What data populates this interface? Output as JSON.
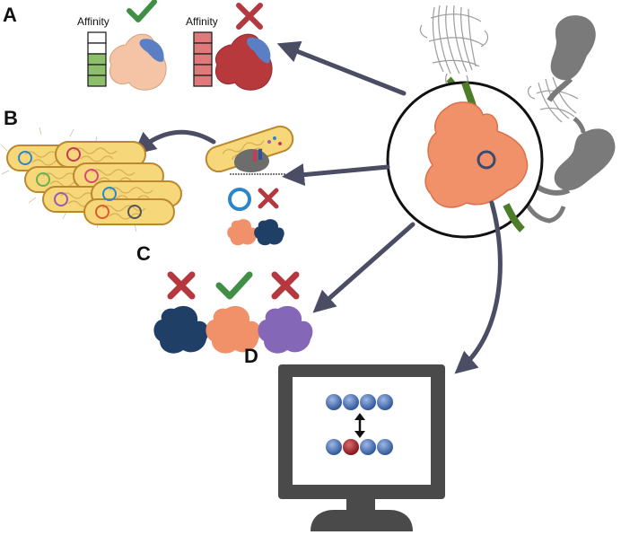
{
  "panels": {
    "a": "A",
    "b": "B",
    "c": "C",
    "d": "D"
  },
  "affinity": {
    "left_label": "Affinity",
    "right_label": "Affinity",
    "left_fill_fraction": 0.6,
    "right_fill_fraction": 1.0
  },
  "colors": {
    "arrow": "#4a4d63",
    "check": "#3f8f45",
    "cross": "#b5383e",
    "ring": "#2c86c9",
    "protein_orange": "#f0916a",
    "protein_peach": "#f5c4a6",
    "protein_red": "#b8393c",
    "protein_navy": "#1f3f66",
    "protein_purple": "#8567b8",
    "ligand_blue": "#5b7fc4",
    "bar_green": "#8dbf6a",
    "bar_red": "#e07a7a",
    "green_strand": "#4e7d2a",
    "monitor": "#4a4a4a",
    "atom_blue": "#3e6bb4",
    "atom_red": "#9e1f23"
  },
  "icons": [
    "check-icon",
    "cross-icon",
    "ring-icon",
    "double-arrow-icon",
    "monitor-icon"
  ]
}
